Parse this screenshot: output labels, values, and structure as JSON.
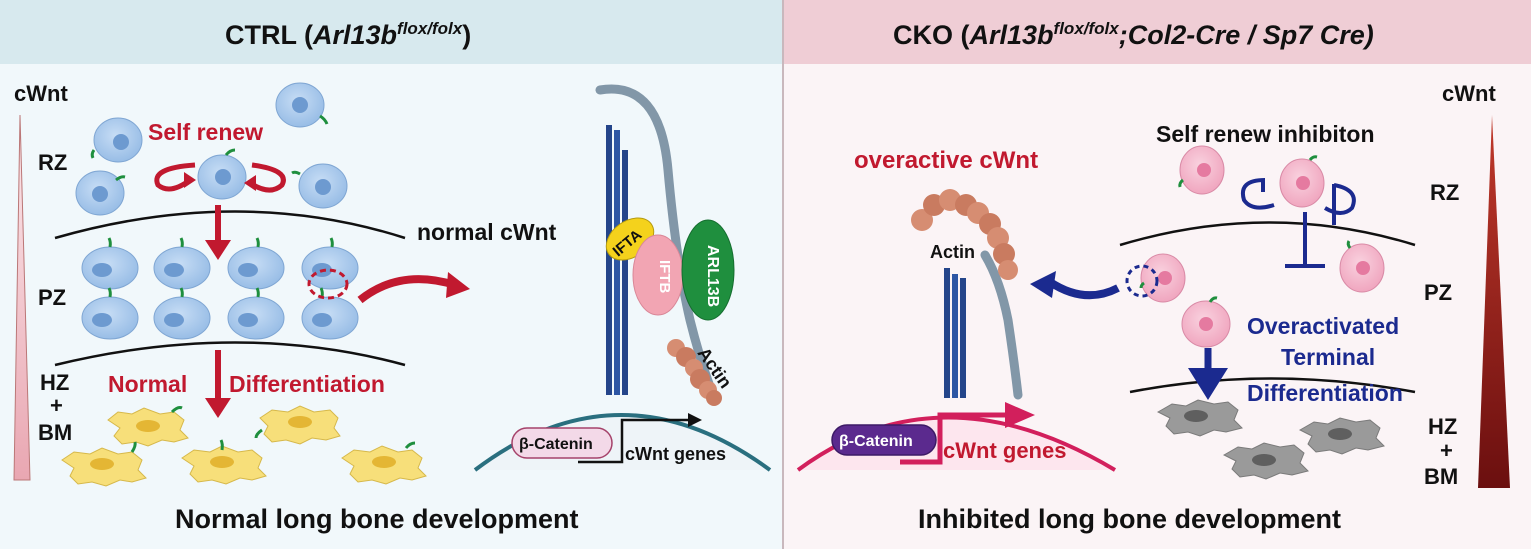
{
  "left_panel": {
    "title_prefix": "CTRL (",
    "title_gene": "Arl13b",
    "title_sup": "flox/folx",
    "title_suffix": ")",
    "gradient_label": "cWnt",
    "zone_rz": "RZ",
    "zone_pz": "PZ",
    "zone_hz_1": "HZ",
    "zone_hz_plus": "+",
    "zone_hz_2": "BM",
    "self_renew": "Self renew",
    "normal_cwnt": "normal cWnt",
    "normal_word": "Normal",
    "differentiation_word": "Differentiation",
    "ifta": "IFTA",
    "iftb": "IFTB",
    "arl13b": "ARL13B",
    "actin": "Actin",
    "beta_catenin": "β-Catenin",
    "cwnt_genes": "cWnt genes",
    "outcome": "Normal long bone development"
  },
  "right_panel": {
    "title_prefix": "CKO (",
    "title_gene": "Arl13b",
    "title_sup": "flox/folx",
    "title_suffix": ";Col2-Cre / Sp7 Cre)",
    "gradient_label": "cWnt",
    "overactive": "overactive cWnt",
    "actin": "Actin",
    "self_renew_inhibition": "Self renew inhibiton",
    "zone_rz": "RZ",
    "zone_pz": "PZ",
    "overactivated_1": "Overactivated",
    "overactivated_2": "Terminal",
    "overactivated_3": "Differentiation",
    "zone_hz_1": "HZ",
    "zone_hz_plus": "+",
    "zone_hz_2": "BM",
    "beta_catenin": "β-Catenin",
    "cwnt_genes": "cWnt genes",
    "outcome": "Inhibited long bone development"
  },
  "colors": {
    "left_header": "#d7e9ee",
    "right_header": "#efcdd5",
    "left_bg": "#f1f8fb",
    "right_bg": "#fbf4f6",
    "red_text": "#c1192f",
    "navy": "#1b2a8f",
    "blue_cell": "#aacbee",
    "pink_cell": "#f4b3c9",
    "yellow_cell": "#f7df7a",
    "gray_cell": "#9a9a9a",
    "cilium_green": "#1f8f3e",
    "dark_red_gradient": "#8c1a1a"
  }
}
